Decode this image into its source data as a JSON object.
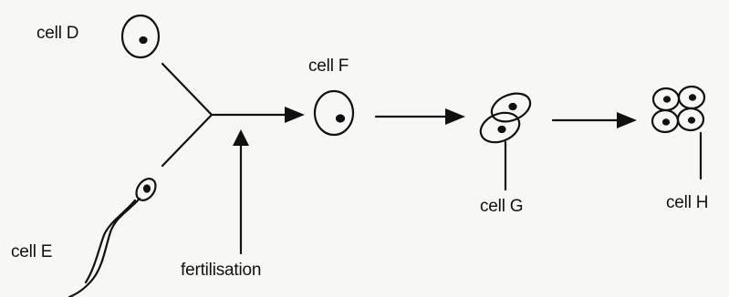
{
  "labels": {
    "cell_d": "cell D",
    "cell_e": "cell E",
    "cell_f": "cell F",
    "cell_g": "cell G",
    "cell_h": "cell H",
    "fertilisation": "fertilisation"
  },
  "colors": {
    "ink": "#111111",
    "background": "#f7f7f5"
  }
}
